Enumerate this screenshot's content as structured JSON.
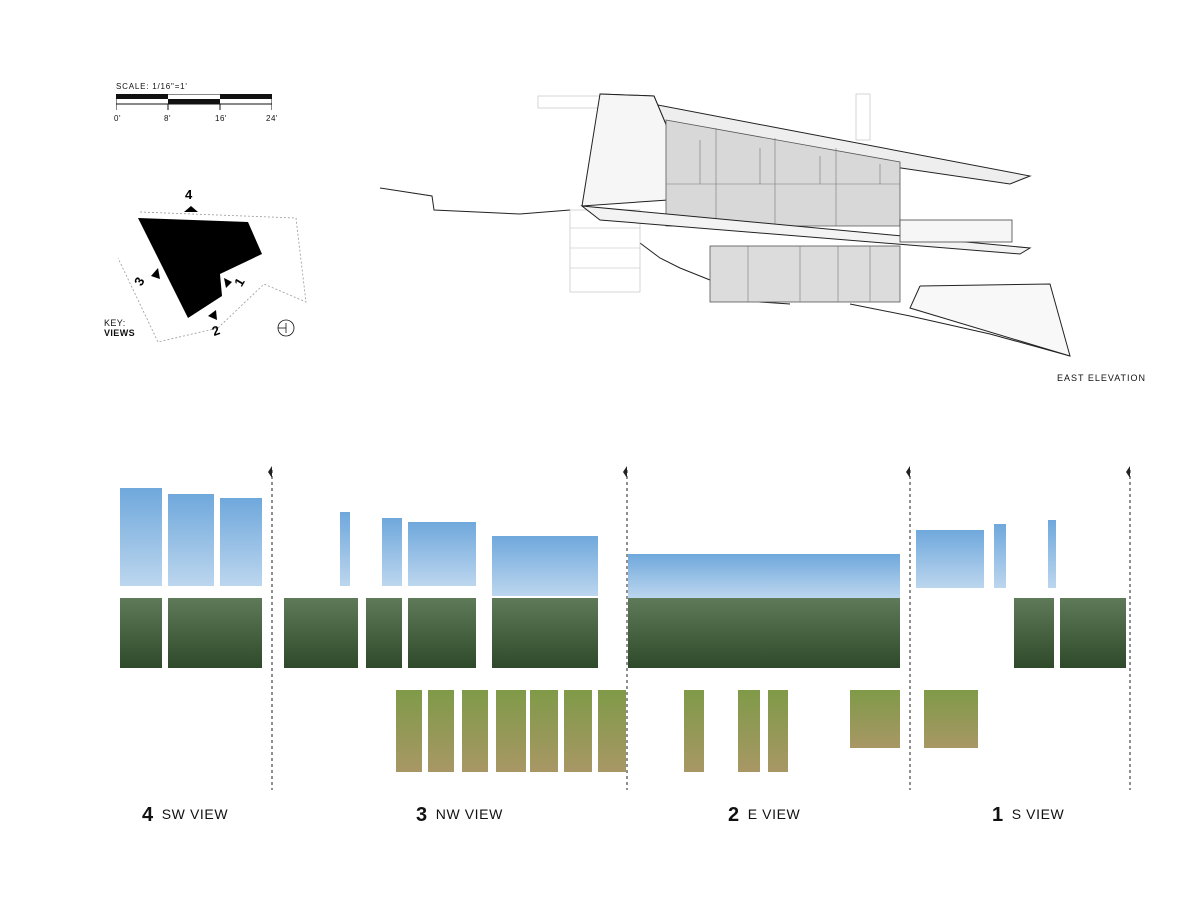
{
  "scale": {
    "title": "SCALE: 1/16\"=1'",
    "ticks": [
      "0'",
      "8'",
      "16'",
      "24'"
    ]
  },
  "key": {
    "caption_line1": "KEY:",
    "caption_line2": "VIEWS",
    "markers": [
      "4",
      "3",
      "1",
      "2"
    ],
    "north_icon": "north-arrow-icon"
  },
  "elevation": {
    "caption": "EAST ELEVATION"
  },
  "views": [
    {
      "number": "4",
      "label": "SW VIEW"
    },
    {
      "number": "3",
      "label": "NW VIEW"
    },
    {
      "number": "2",
      "label": "E VIEW"
    },
    {
      "number": "1",
      "label": "S VIEW"
    }
  ],
  "colors": {
    "sky": "#7fb3e0",
    "sky_light": "#c9def0",
    "mountain": "#4f6a48",
    "forest": "#2f4d2a",
    "meadow": "#a99a62",
    "grass": "#6f8a3d",
    "glass": "#d8d8d8",
    "ink": "#111111"
  }
}
